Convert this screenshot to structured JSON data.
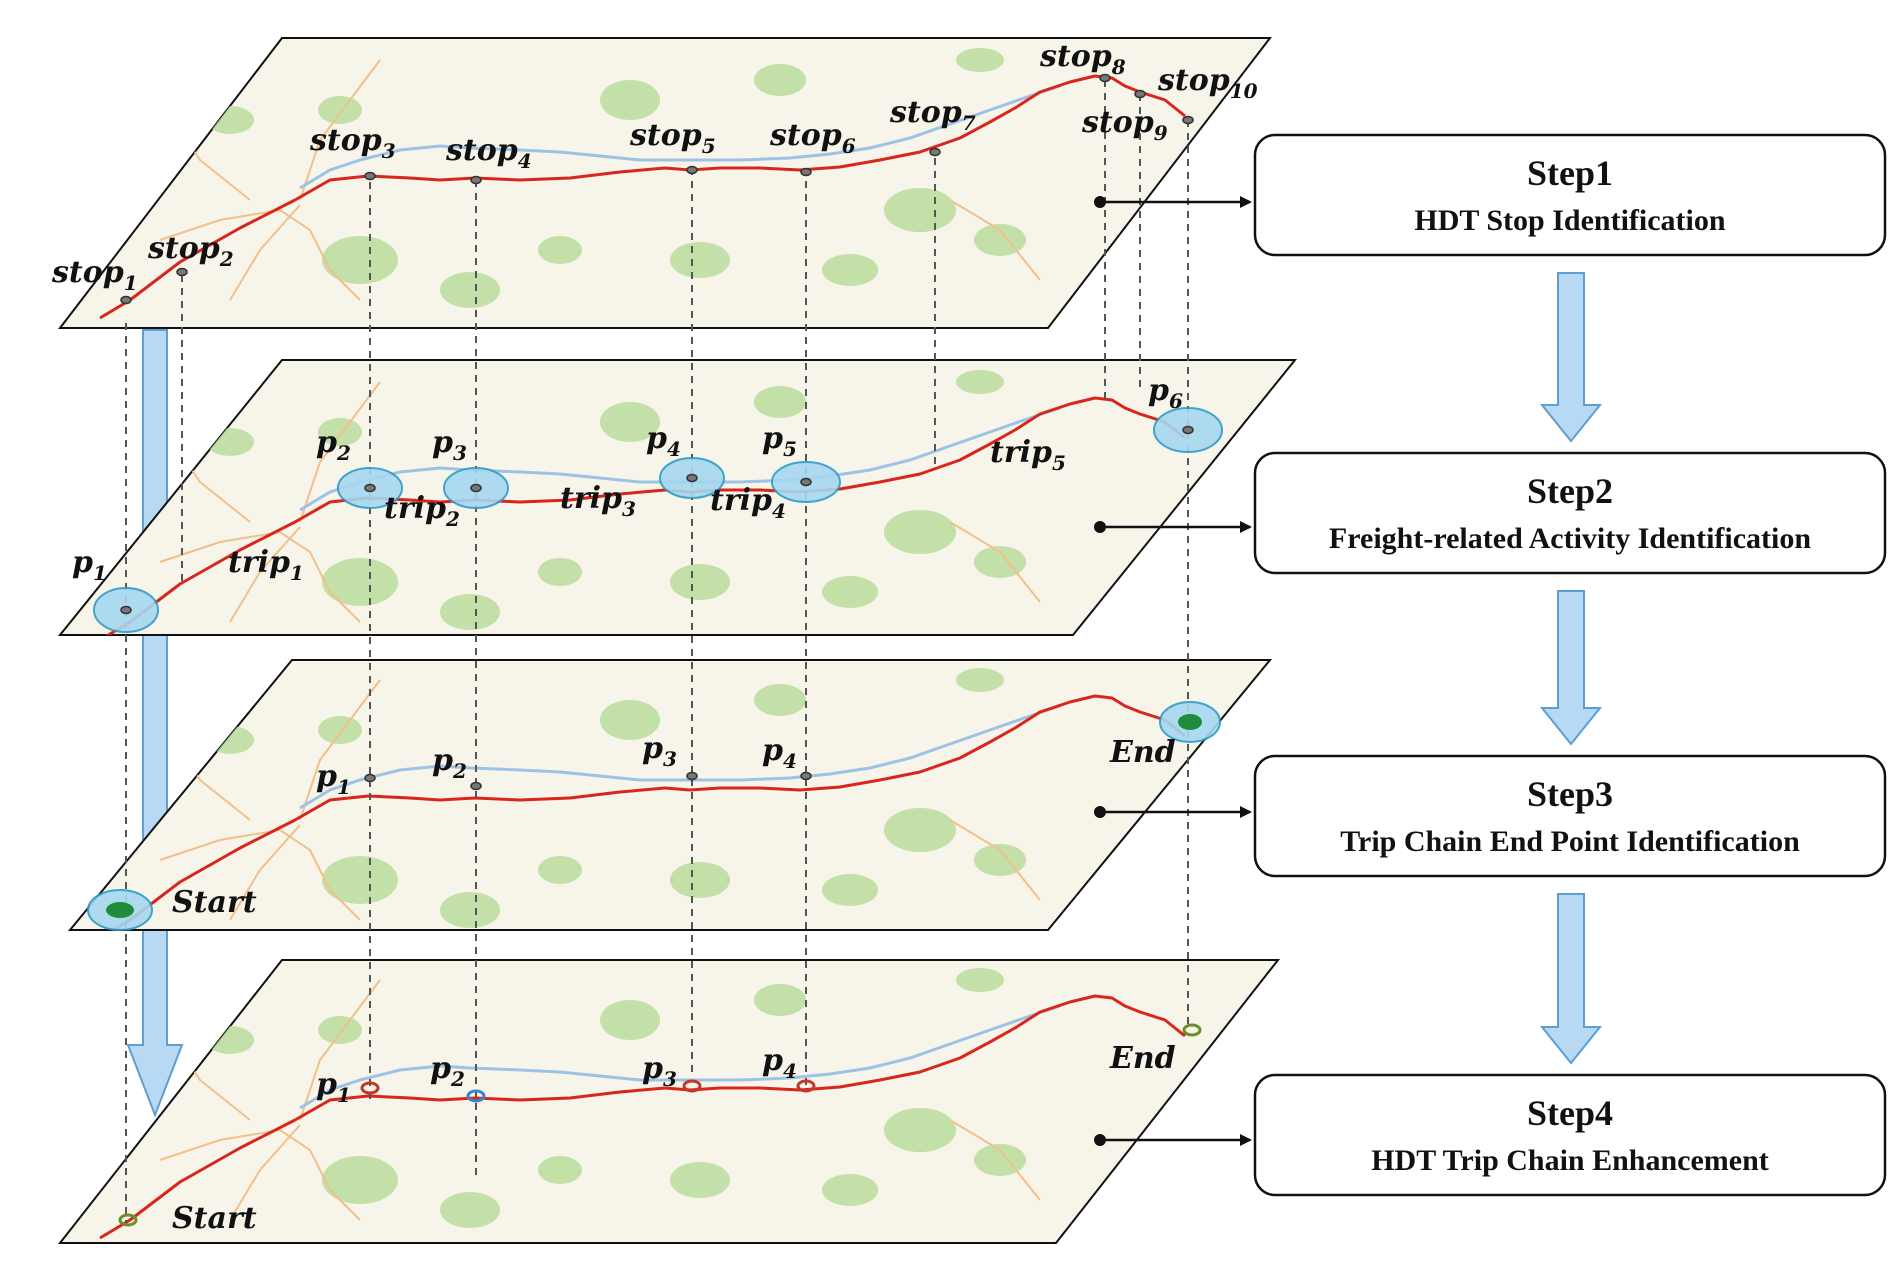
{
  "colors": {
    "map_bg": "#f7f4ea",
    "route": "#d9261c",
    "river": "#9cc3e6",
    "green_area": "#b8dc9c",
    "road": "#f2c08a",
    "highlight_fill": "#a6d8ef",
    "highlight_stroke": "#2f9bc9",
    "flow_arrow_fill": "#b8d9f3",
    "flow_arrow_stroke": "#5b9fd4",
    "endpoint_green": "#1e8c3a"
  },
  "layers": [
    {
      "id": "stops",
      "labels": [
        {
          "name": "stop1",
          "text": "stop",
          "sub": "1",
          "prefix_plain": true
        },
        {
          "name": "stop2",
          "text": "stop",
          "sub": "2"
        },
        {
          "name": "stop3",
          "text": "stop",
          "sub": "3"
        },
        {
          "name": "stop4",
          "text": "stop",
          "sub": "4"
        },
        {
          "name": "stop5",
          "text": "stop",
          "sub": "5"
        },
        {
          "name": "stop6",
          "text": "stop",
          "sub": "6"
        },
        {
          "name": "stop7",
          "text": "stop",
          "sub": "7"
        },
        {
          "name": "stop8",
          "text": "stop",
          "sub": "8"
        },
        {
          "name": "stop9",
          "text": "stop",
          "sub": "9"
        },
        {
          "name": "stop10",
          "text": "stop",
          "sub": "10"
        }
      ]
    },
    {
      "id": "activities",
      "labels": [
        {
          "name": "p1",
          "text": "p",
          "sub": "1"
        },
        {
          "name": "p2",
          "text": "p",
          "sub": "2"
        },
        {
          "name": "p3",
          "text": "p",
          "sub": "3"
        },
        {
          "name": "p4",
          "text": "p",
          "sub": "4"
        },
        {
          "name": "p5",
          "text": "p",
          "sub": "5"
        },
        {
          "name": "p6",
          "text": "p",
          "sub": "6"
        },
        {
          "name": "trip1",
          "text": "trip",
          "sub": "1"
        },
        {
          "name": "trip2",
          "text": "trip",
          "sub": "2"
        },
        {
          "name": "trip3",
          "text": "trip",
          "sub": "3"
        },
        {
          "name": "trip4",
          "text": "trip",
          "sub": "4"
        },
        {
          "name": "trip5",
          "text": "trip",
          "sub": "5"
        }
      ]
    },
    {
      "id": "endpoints",
      "labels": [
        {
          "name": "p1",
          "text": "p",
          "sub": "1"
        },
        {
          "name": "p2",
          "text": "p",
          "sub": "2"
        },
        {
          "name": "p3",
          "text": "p",
          "sub": "3"
        },
        {
          "name": "p4",
          "text": "p",
          "sub": "4"
        },
        {
          "name": "start",
          "text": "Start",
          "sub": ""
        },
        {
          "name": "end",
          "text": "End",
          "sub": ""
        }
      ]
    },
    {
      "id": "enhanced",
      "labels": [
        {
          "name": "p1",
          "text": "p",
          "sub": "1"
        },
        {
          "name": "p2",
          "text": "p",
          "sub": "2"
        },
        {
          "name": "p3",
          "text": "p",
          "sub": "3"
        },
        {
          "name": "p4",
          "text": "p",
          "sub": "4"
        },
        {
          "name": "start",
          "text": "Start",
          "sub": ""
        },
        {
          "name": "end",
          "text": "End",
          "sub": ""
        }
      ]
    }
  ],
  "steps": [
    {
      "title": "Step1",
      "desc": "HDT Stop Identification"
    },
    {
      "title": "Step2",
      "desc": "Freight-related Activity Identification"
    },
    {
      "title": "Step3",
      "desc": "Trip Chain End Point Identification"
    },
    {
      "title": "Step4",
      "desc": "HDT Trip Chain Enhancement"
    }
  ]
}
